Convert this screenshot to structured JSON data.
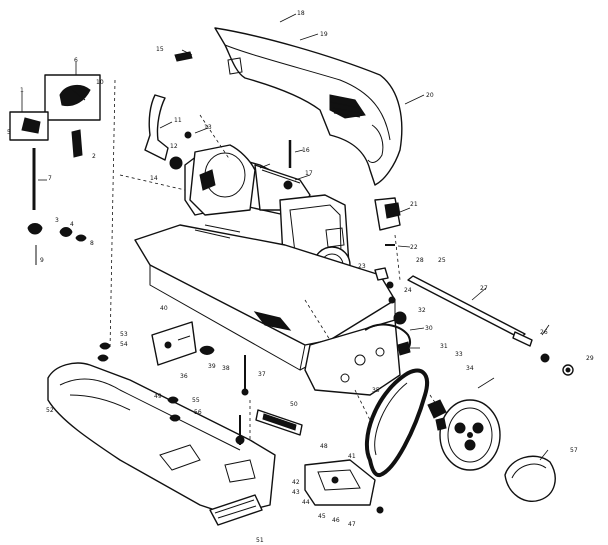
{
  "diagram": {
    "callouts": [
      "1",
      "2",
      "3",
      "4",
      "5",
      "6",
      "7",
      "8",
      "9",
      "10",
      "11",
      "12",
      "13",
      "14",
      "15",
      "16",
      "17",
      "18",
      "19",
      "20",
      "21",
      "22",
      "23",
      "24",
      "25",
      "26",
      "27",
      "28",
      "29",
      "30",
      "31",
      "32",
      "33",
      "34",
      "35",
      "36",
      "37",
      "38",
      "39",
      "40",
      "41",
      "42",
      "43",
      "44",
      "45",
      "46",
      "47",
      "48",
      "49",
      "50",
      "51",
      "52",
      "53",
      "54",
      "55",
      "56",
      "57"
    ]
  }
}
